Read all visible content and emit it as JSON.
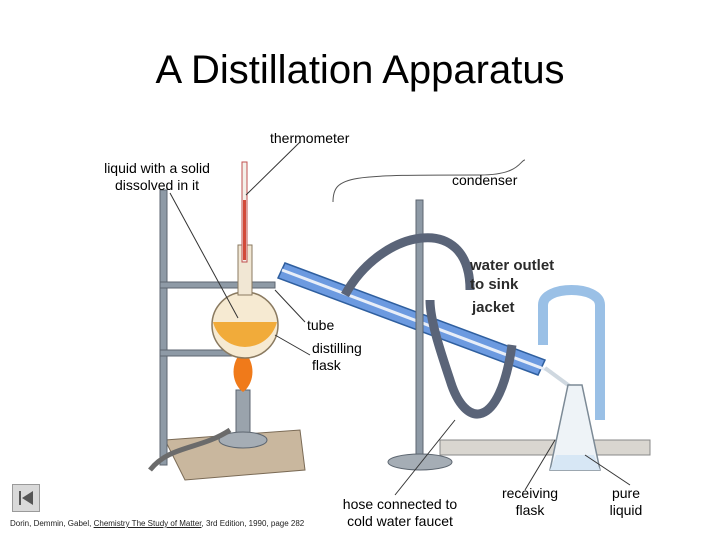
{
  "title": "A Distillation Apparatus",
  "labels": {
    "thermometer": "thermometer",
    "liquid_line1": "liquid with a solid",
    "liquid_line2": "dissolved in it",
    "condenser": "condenser",
    "water_outlet_line1": "water outlet",
    "water_outlet_line2": "to sink",
    "jacket": "jacket",
    "tube": "tube",
    "distilling_line1": "distilling",
    "distilling_line2": "flask",
    "hose_line1": "hose connected to",
    "hose_line2": "cold water faucet",
    "receiving_line1": "receiving",
    "receiving_line2": "flask",
    "pure_line1": "pure",
    "pure_line2": "liquid"
  },
  "credit": {
    "authors": "Dorin, Demmin, Gabel,",
    "book": "Chemistry The Study of Matter",
    "edition": ", 3rd Edition, 1990, page 282"
  },
  "colors": {
    "liquid": "#f0a020",
    "condenser": "#5b8fd8",
    "hose": "#5a6478",
    "stand": "#8e9aa6",
    "flame": "#f07a1a",
    "base": "#c9c1b5"
  }
}
